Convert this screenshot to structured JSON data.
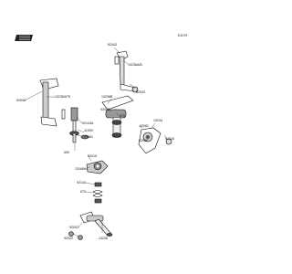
{
  "page_id": "E1079",
  "labels": [
    {
      "id": "92043",
      "text": "92043"
    },
    {
      "id": "13236A",
      "text": "13236A/B"
    },
    {
      "id": "92033",
      "text": "92033"
    },
    {
      "id": "13236B",
      "text": "13236B"
    },
    {
      "id": "92022a",
      "text": "92022"
    },
    {
      "id": "670a",
      "text": "670"
    },
    {
      "id": "13234",
      "text": "13234"
    },
    {
      "id": "13236_75",
      "text": "13236/075"
    },
    {
      "id": "92045",
      "text": "92045"
    },
    {
      "id": "92144A",
      "text": "92144A"
    },
    {
      "id": "11009",
      "text": "11009"
    },
    {
      "id": "92081",
      "text": "92081"
    },
    {
      "id": "92015",
      "text": "92015"
    },
    {
      "id": "92081b",
      "text": "92081"
    },
    {
      "id": "92068",
      "text": "92068"
    },
    {
      "id": "92015b",
      "text": "92015"
    },
    {
      "id": "13168A",
      "text": "13168A"
    },
    {
      "id": "92144",
      "text": "92144"
    },
    {
      "id": "670b",
      "text": "670"
    },
    {
      "id": "92002",
      "text": "92002"
    },
    {
      "id": "92022b",
      "text": "92022"
    },
    {
      "id": "13236",
      "text": "13236"
    },
    {
      "id": "600",
      "text": "600"
    }
  ],
  "colors": {
    "line": "#111111",
    "background": "#ffffff"
  },
  "brand_icon": "kawasaki-logo-icon"
}
